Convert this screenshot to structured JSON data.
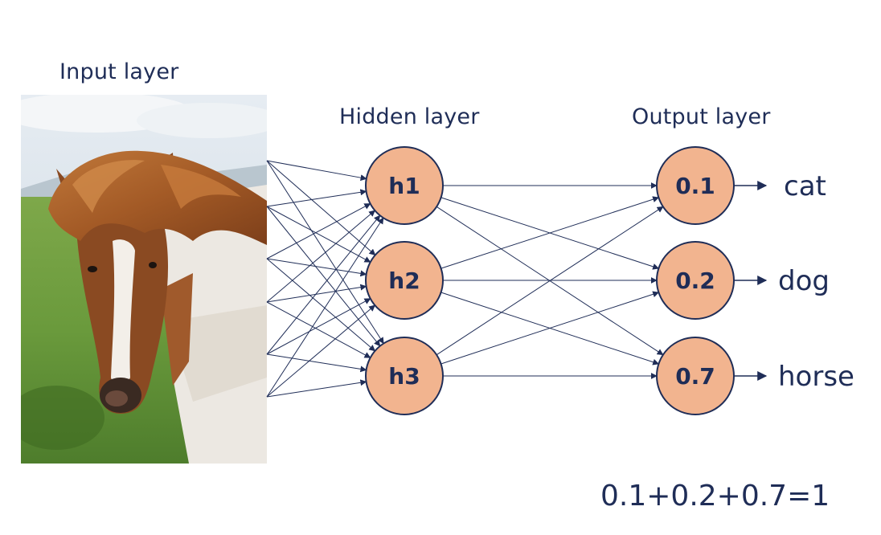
{
  "layers": {
    "input": {
      "title": "Input layer"
    },
    "hidden": {
      "title": "Hidden layer",
      "nodes": [
        {
          "label": "h1"
        },
        {
          "label": "h2"
        },
        {
          "label": "h3"
        }
      ]
    },
    "output": {
      "title": "Output layer",
      "nodes": [
        {
          "value": "0.1",
          "class": "cat"
        },
        {
          "value": "0.2",
          "class": "dog"
        },
        {
          "value": "0.7",
          "class": "horse"
        }
      ]
    }
  },
  "equation": "0.1+0.2+0.7=1",
  "colors": {
    "node_fill": "#f2b48f",
    "stroke": "#1f2d57",
    "text": "#1f2d57"
  }
}
